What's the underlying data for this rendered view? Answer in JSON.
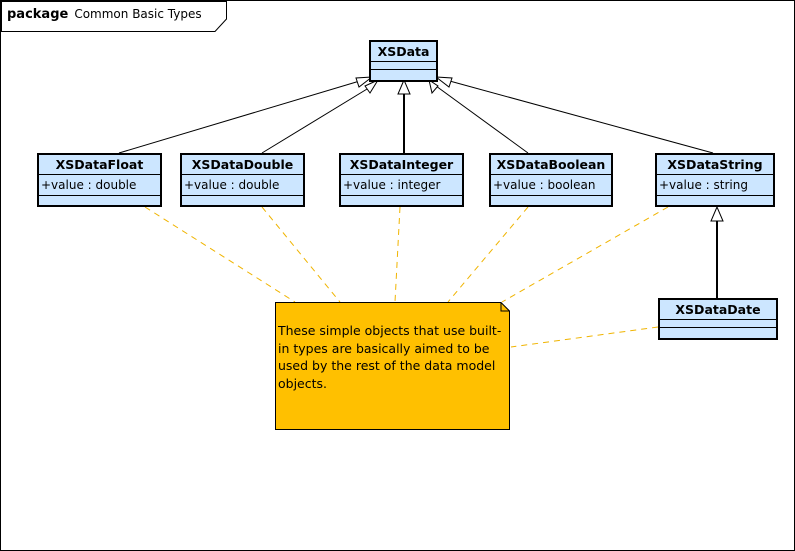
{
  "package": {
    "keyword": "package",
    "name": "Common Basic Types"
  },
  "classes": {
    "xsdata": {
      "name": "XSData"
    },
    "float": {
      "name": "XSDataFloat",
      "attr": "+value  : double"
    },
    "double": {
      "name": "XSDataDouble",
      "attr": "+value  : double"
    },
    "integer": {
      "name": "XSDataInteger",
      "attr": "+value  : integer"
    },
    "boolean": {
      "name": "XSDataBoolean",
      "attr": "+value  : boolean"
    },
    "string": {
      "name": "XSDataString",
      "attr": "+value  : string"
    },
    "date": {
      "name": "XSDataDate"
    }
  },
  "note": {
    "text": "These simple objects that use built-in types are basically aimed to be used by the rest of the data model objects."
  },
  "colors": {
    "class_fill": "#cce6ff",
    "note_fill": "#ffc000",
    "note_link": "#f0b400",
    "line": "#000000"
  }
}
